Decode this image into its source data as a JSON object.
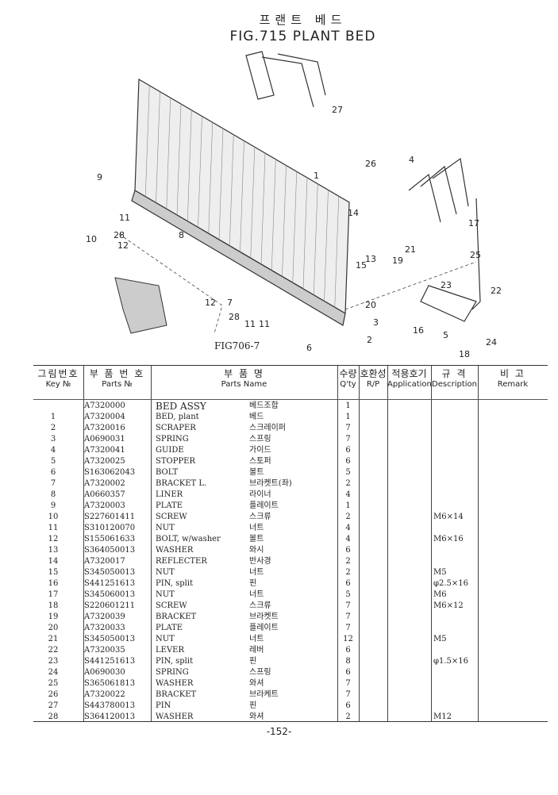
{
  "title_korean": "프랜트 베드",
  "title": "FIG.715  PLANT BED",
  "diagram": {
    "figure_reference": "FIG706-7",
    "callouts": [
      "27",
      "1",
      "26",
      "4",
      "9",
      "14",
      "17",
      "11",
      "10",
      "28",
      "12",
      "8",
      "21",
      "15",
      "13",
      "19",
      "25",
      "22",
      "23",
      "20",
      "12",
      "7",
      "28",
      "11",
      "11",
      "3",
      "6",
      "2",
      "16",
      "5",
      "18",
      "24"
    ]
  },
  "table": {
    "headers": {
      "key_ko": "그림번호",
      "key_en": "Key №",
      "partno_ko": "부 품 번 호",
      "partno_en": "Parts №",
      "name_ko": "부      품      명",
      "name_en": "Parts    Name",
      "qty_ko": "수량",
      "qty_en": "Q'ty",
      "rp_ko": "호환성",
      "rp_en": "R/P",
      "app_ko": "적용호기",
      "app_en": "Application",
      "desc_ko": "규  격",
      "desc_en": "Description",
      "remark_ko": "비        고",
      "remark_en": "Remark"
    },
    "rows": [
      {
        "key": "",
        "part_no": "A7320000",
        "name": "BED ASSY",
        "name_ko": "베드조합",
        "qty": "1",
        "desc": ""
      },
      {
        "key": "1",
        "part_no": "A7320004",
        "name": "BED, plant",
        "name_ko": "베드",
        "qty": "1",
        "desc": ""
      },
      {
        "key": "2",
        "part_no": "A7320016",
        "name": "SCRAPER",
        "name_ko": "스크레이퍼",
        "qty": "7",
        "desc": ""
      },
      {
        "key": "3",
        "part_no": "A0690031",
        "name": "SPRING",
        "name_ko": "스프링",
        "qty": "7",
        "desc": ""
      },
      {
        "key": "4",
        "part_no": "A7320041",
        "name": "GUIDE",
        "name_ko": "가이드",
        "qty": "6",
        "desc": ""
      },
      {
        "key": "5",
        "part_no": "A7320025",
        "name": "STOPPER",
        "name_ko": "스토퍼",
        "qty": "6",
        "desc": ""
      },
      {
        "key": "6",
        "part_no": "S163062043",
        "name": "BOLT",
        "name_ko": "볼트",
        "qty": "5",
        "desc": ""
      },
      {
        "key": "7",
        "part_no": "A7320002",
        "name": "BRACKET L.",
        "name_ko": "브라켓트(좌)",
        "qty": "2",
        "desc": ""
      },
      {
        "key": "8",
        "part_no": "A0660357",
        "name": "LINER",
        "name_ko": "라이너",
        "qty": "4",
        "desc": ""
      },
      {
        "key": "9",
        "part_no": "A7320003",
        "name": "PLATE",
        "name_ko": "플레이트",
        "qty": "1",
        "desc": ""
      },
      {
        "key": "10",
        "part_no": "S227601411",
        "name": "SCREW",
        "name_ko": "스크류",
        "qty": "2",
        "desc": "M6×14"
      },
      {
        "key": "11",
        "part_no": "S310120070",
        "name": "NUT",
        "name_ko": "너트",
        "qty": "4",
        "desc": ""
      },
      {
        "key": "12",
        "part_no": "S155061633",
        "name": "BOLT, w/washer",
        "name_ko": "볼트",
        "qty": "4",
        "desc": "M6×16"
      },
      {
        "key": "13",
        "part_no": "S364050013",
        "name": "WASHER",
        "name_ko": "와시",
        "qty": "6",
        "desc": ""
      },
      {
        "key": "14",
        "part_no": "A7320017",
        "name": "REFLECTER",
        "name_ko": "반사경",
        "qty": "2",
        "desc": ""
      },
      {
        "key": "15",
        "part_no": "S345050013",
        "name": "NUT",
        "name_ko": "너트",
        "qty": "2",
        "desc": "M5"
      },
      {
        "key": "16",
        "part_no": "S441251613",
        "name": "PIN, split",
        "name_ko": "핀",
        "qty": "6",
        "desc": "φ2.5×16"
      },
      {
        "key": "17",
        "part_no": "S345060013",
        "name": "NUT",
        "name_ko": "너트",
        "qty": "5",
        "desc": "M6"
      },
      {
        "key": "18",
        "part_no": "S220601211",
        "name": "SCREW",
        "name_ko": "스크류",
        "qty": "7",
        "desc": "M6×12"
      },
      {
        "key": "19",
        "part_no": "A7320039",
        "name": "BRACKET",
        "name_ko": "브라켓트",
        "qty": "7",
        "desc": ""
      },
      {
        "key": "20",
        "part_no": "A7320033",
        "name": "PLATE",
        "name_ko": "플레이트",
        "qty": "7",
        "desc": ""
      },
      {
        "key": "21",
        "part_no": "S345050013",
        "name": "NUT",
        "name_ko": "너트",
        "qty": "12",
        "desc": "M5"
      },
      {
        "key": "22",
        "part_no": "A7320035",
        "name": "LEVER",
        "name_ko": "레버",
        "qty": "6",
        "desc": ""
      },
      {
        "key": "23",
        "part_no": "S441251613",
        "name": "PIN, split",
        "name_ko": "핀",
        "qty": "8",
        "desc": "φ1.5×16"
      },
      {
        "key": "24",
        "part_no": "A0690030",
        "name": "SPRING",
        "name_ko": "스프링",
        "qty": "6",
        "desc": ""
      },
      {
        "key": "25",
        "part_no": "S365061813",
        "name": "WASHER",
        "name_ko": "와셔",
        "qty": "7",
        "desc": ""
      },
      {
        "key": "26",
        "part_no": "A7320022",
        "name": "BRACKET",
        "name_ko": "브라케트",
        "qty": "7",
        "desc": ""
      },
      {
        "key": "27",
        "part_no": "S443780013",
        "name": "PIN",
        "name_ko": "핀",
        "qty": "6",
        "desc": ""
      },
      {
        "key": "28",
        "part_no": "S364120013",
        "name": "WASHER",
        "name_ko": "와셔",
        "qty": "2",
        "desc": "M12"
      }
    ]
  },
  "page_number": "-152-"
}
